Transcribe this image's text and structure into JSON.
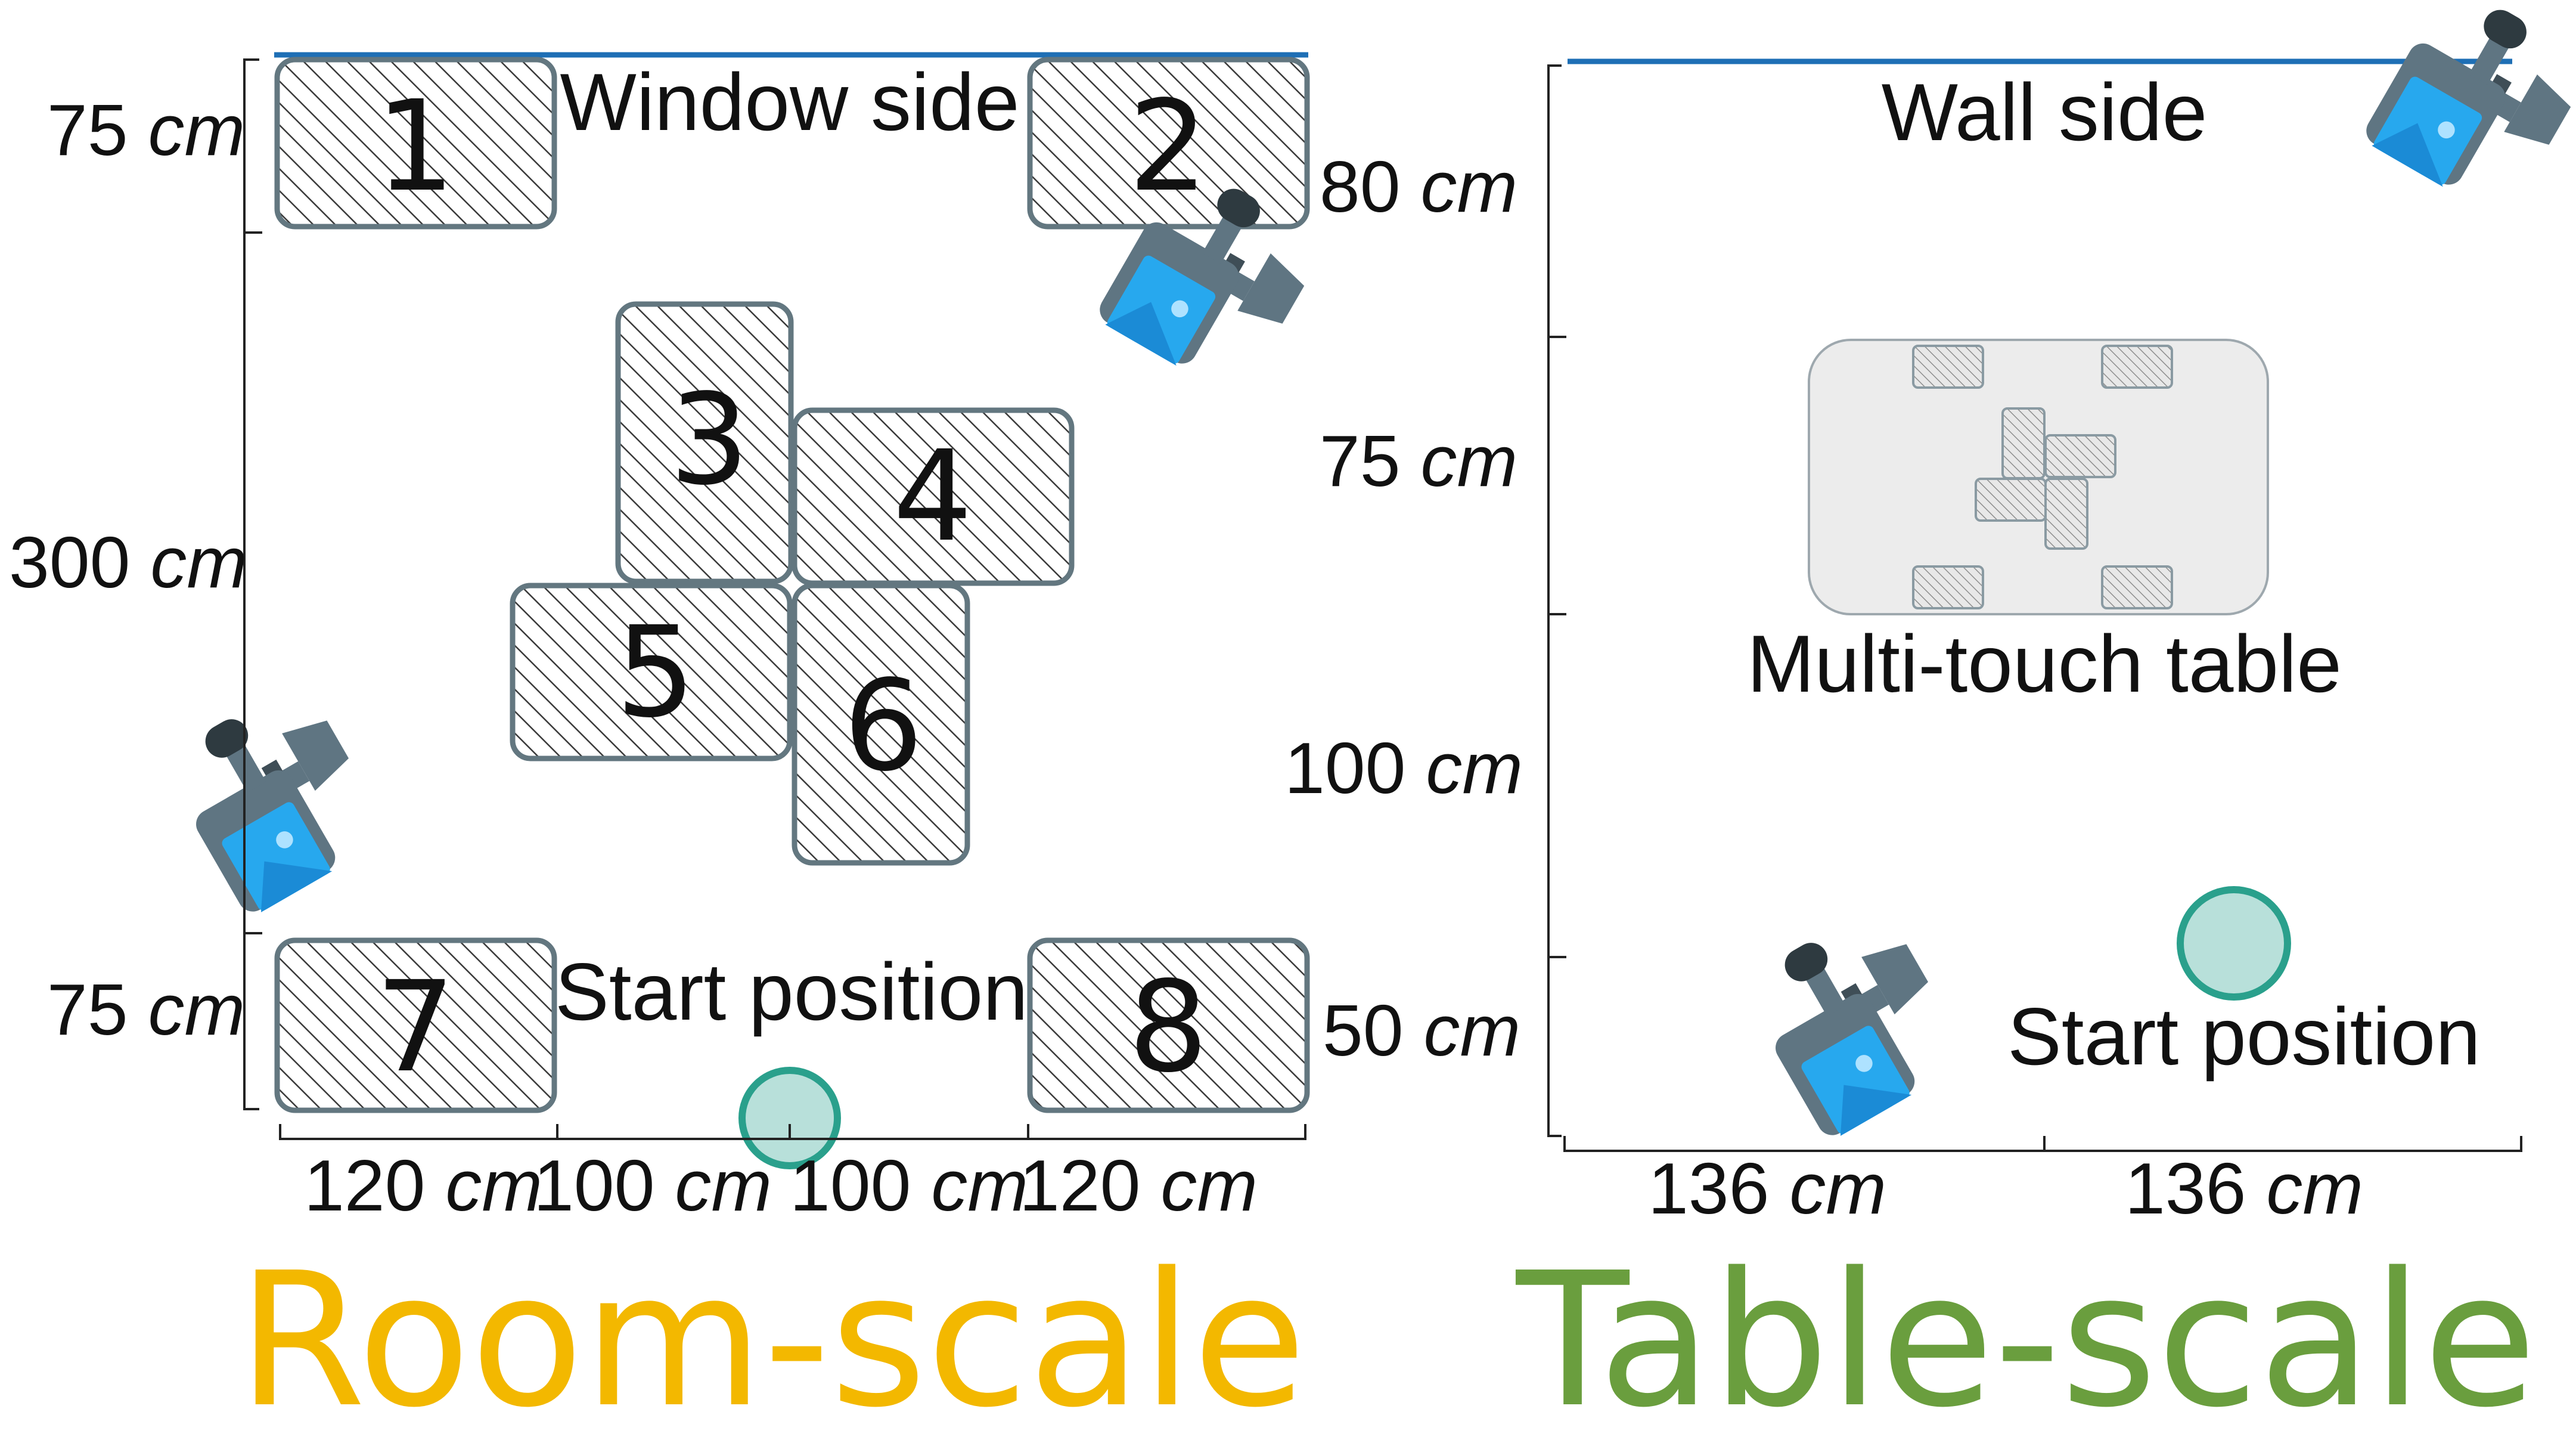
{
  "room": {
    "title": "Room-scale",
    "title_color": "#F3B800",
    "top_label": "Window side",
    "start_label": "Start position",
    "tiles": [
      "1",
      "2",
      "3",
      "4",
      "5",
      "6",
      "7",
      "8"
    ],
    "left_dims": {
      "top": {
        "value": "75",
        "unit": "cm"
      },
      "middle": {
        "value": "300",
        "unit": "cm"
      },
      "bottom": {
        "value": "75",
        "unit": "cm"
      }
    },
    "bottom_dims": [
      {
        "value": "120",
        "unit": "cm"
      },
      {
        "value": "100",
        "unit": "cm"
      },
      {
        "value": "100",
        "unit": "cm"
      },
      {
        "value": "120",
        "unit": "cm"
      }
    ]
  },
  "table": {
    "title": "Table-scale",
    "title_color": "#6A9E3E",
    "top_label": "Wall side",
    "table_label": "Multi-touch table",
    "start_label": "Start position",
    "left_dims": [
      {
        "value": "80",
        "unit": "cm"
      },
      {
        "value": "75",
        "unit": "cm"
      },
      {
        "value": "100",
        "unit": "cm"
      },
      {
        "value": "50",
        "unit": "cm"
      }
    ],
    "bottom_dims": [
      {
        "value": "136",
        "unit": "cm"
      },
      {
        "value": "136",
        "unit": "cm"
      }
    ]
  },
  "colors": {
    "wall_line": "#1E6FB5",
    "start_marker_fill": "#B8E0DA",
    "start_marker_stroke": "#2AA08C",
    "camera_body": "#5F7582",
    "camera_screen": "#27A8EE"
  },
  "icons": {
    "camera": "video-camera-icon",
    "start": "start-position-marker"
  }
}
